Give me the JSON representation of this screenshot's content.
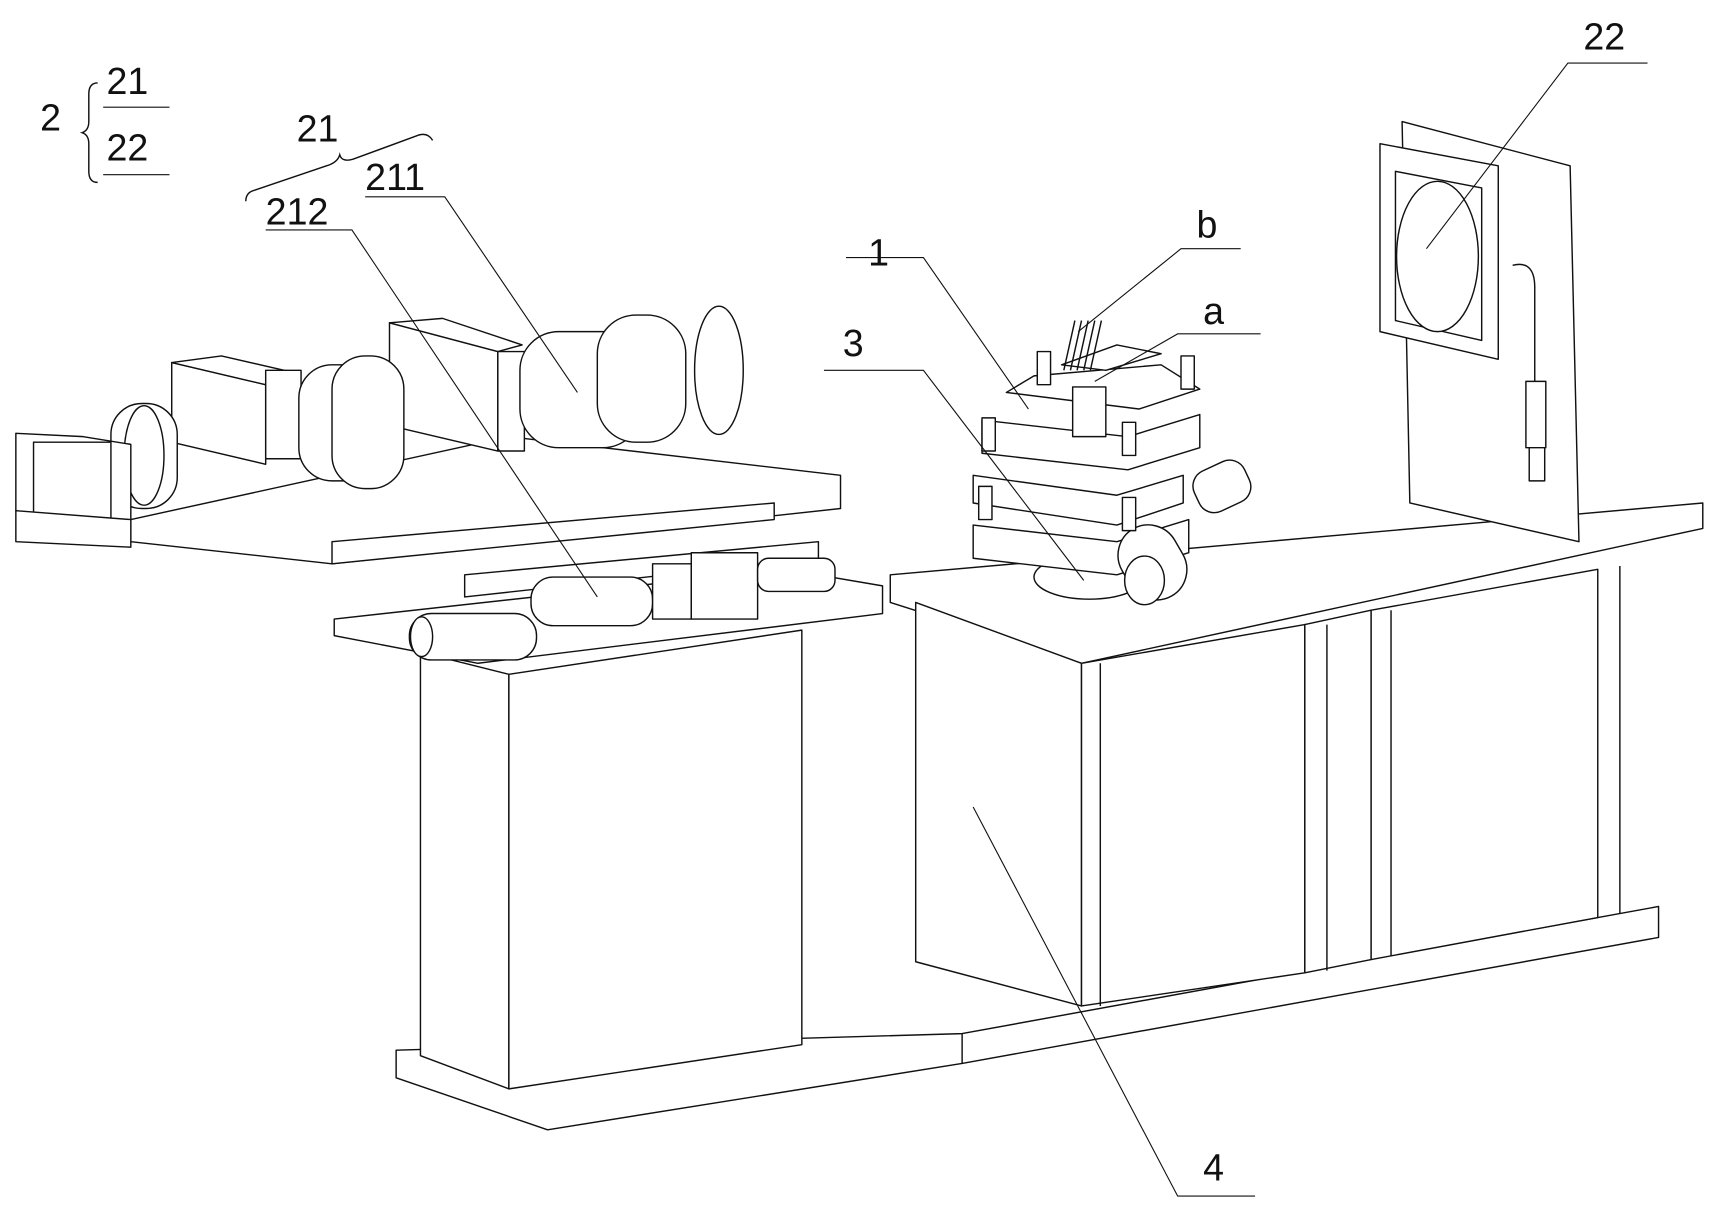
{
  "figure": {
    "legend": {
      "parent": "2",
      "children": [
        "21",
        "22"
      ]
    },
    "group_label": "21",
    "labels": {
      "camera_assembly": "211",
      "camera_slide": "212",
      "sample_holder": "1",
      "fiber_b": "b",
      "groove_a": "a",
      "stage": "3",
      "screen": "22",
      "base": "4"
    }
  }
}
